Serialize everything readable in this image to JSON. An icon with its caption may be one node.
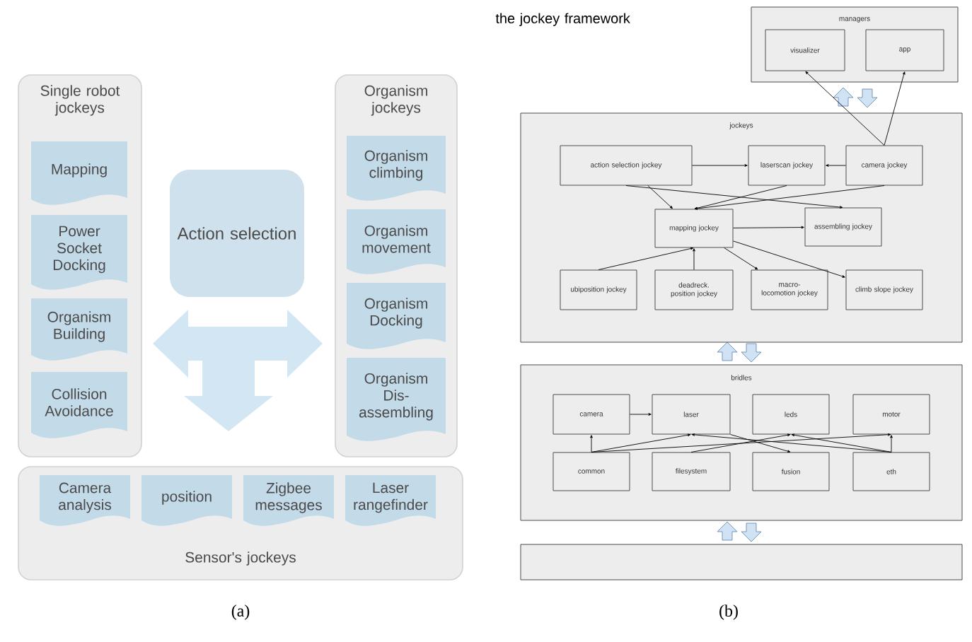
{
  "diagram": {
    "title": "the jockey framework",
    "nodes": [
      {
        "text": [
          "Single robot jockeys"
        ]
      },
      {
        "text": [
          "Mapping"
        ],
        "in": 0
      },
      {
        "text": [
          "Power Socket Docking"
        ],
        "in": 0
      },
      {
        "text": [
          "Organism Building"
        ],
        "in": 0
      },
      {
        "text": [
          "Collision Avoidance"
        ],
        "in": 0
      },
      {
        "text": [
          "Action selection"
        ]
      },
      {
        "text": [
          "Organism jockeys"
        ]
      },
      {
        "text": [
          "Organism climbing"
        ],
        "in": 6
      },
      {
        "text": [
          "Organism movement"
        ],
        "in": 6
      },
      {
        "text": [
          "Organism Docking"
        ],
        "in": 6
      },
      {
        "text": [
          "Organism Dis-assembling"
        ],
        "in": 6
      },
      {
        "text": [
          "Sensor's jockeys"
        ]
      },
      {
        "text": [
          "Camera analysis"
        ],
        "in": 11
      },
      {
        "text": [
          "position"
        ],
        "in": 11
      },
      {
        "text": [
          "Zigbee messages"
        ],
        "in": 11
      },
      {
        "text": [
          "Laser rangefinder"
        ],
        "in": 11
      },
      {
        "text": [
          "managers"
        ]
      },
      {
        "text": [
          "visualizer"
        ],
        "in": 16
      },
      {
        "text": [
          "app"
        ],
        "in": 16
      },
      {
        "text": [
          "jockeys"
        ]
      },
      {
        "text": [
          "action selection jockey"
        ],
        "in": 19
      },
      {
        "text": [
          "laserscan jockey"
        ],
        "in": 19
      },
      {
        "text": [
          "camera jockey"
        ],
        "in": 19
      },
      {
        "text": [
          "mapping jockey"
        ],
        "in": 19
      },
      {
        "text": [
          "assembling jockey"
        ],
        "in": 19
      },
      {
        "text": [
          "ubiposition jockey"
        ],
        "in": 19
      },
      {
        "text": [
          "deadreck. position jockey"
        ],
        "in": 19
      },
      {
        "text": [
          "macro-locomotion jockey"
        ],
        "in": 19
      },
      {
        "text": [
          "climb slope jockey"
        ],
        "in": 19
      },
      {
        "text": [
          "bridles"
        ]
      },
      {
        "text": [
          "camera"
        ],
        "in": 29
      },
      {
        "text": [
          "laser"
        ],
        "in": 29
      },
      {
        "text": [
          "leds"
        ],
        "in": 29
      },
      {
        "text": [
          "motor"
        ],
        "in": 29
      },
      {
        "text": [
          "common"
        ],
        "in": 29
      },
      {
        "text": [
          "filesystem"
        ],
        "in": 29
      },
      {
        "text": [
          "fusion"
        ],
        "in": 29
      },
      {
        "text": [
          "eth"
        ],
        "in": 29
      },
      {
        "text": [],
        "shape": "box"
      }
    ],
    "edges": [
      {
        "from": 22,
        "to": 17,
        "arrow": "to"
      },
      {
        "from": 22,
        "to": 18,
        "arrow": "to"
      },
      {
        "from": 20,
        "to": 21,
        "arrow": "to"
      },
      {
        "from": 22,
        "to": 21,
        "arrow": "to"
      },
      {
        "from": 20,
        "to": 23,
        "arrow": "to"
      },
      {
        "from": 20,
        "to": 24,
        "arrow": "to"
      },
      {
        "from": 21,
        "to": 23,
        "arrow": "to"
      },
      {
        "from": 22,
        "to": 23,
        "arrow": "to"
      },
      {
        "from": 23,
        "to": 24,
        "arrow": "to"
      },
      {
        "from": 25,
        "to": 23,
        "arrow": "to"
      },
      {
        "from": 26,
        "to": 23,
        "arrow": "to"
      },
      {
        "from": 23,
        "to": 27,
        "arrow": "to"
      },
      {
        "from": 23,
        "to": 28,
        "arrow": "to"
      },
      {
        "from": 30,
        "to": 31,
        "arrow": "to"
      },
      {
        "from": 31,
        "to": 36,
        "arrow": "to"
      },
      {
        "from": 34,
        "to": 30,
        "arrow": "to"
      },
      {
        "from": 34,
        "to": 31,
        "arrow": "to"
      },
      {
        "from": 34,
        "to": 33,
        "arrow": "to"
      },
      {
        "from": 35,
        "to": 32,
        "arrow": "to"
      },
      {
        "from": 37,
        "to": 31,
        "arrow": "to"
      },
      {
        "from": 37,
        "to": 32,
        "arrow": "to"
      },
      {
        "from": 37,
        "to": 33,
        "arrow": "to"
      }
    ],
    "labels": [
      "(a)",
      "(b)"
    ]
  }
}
